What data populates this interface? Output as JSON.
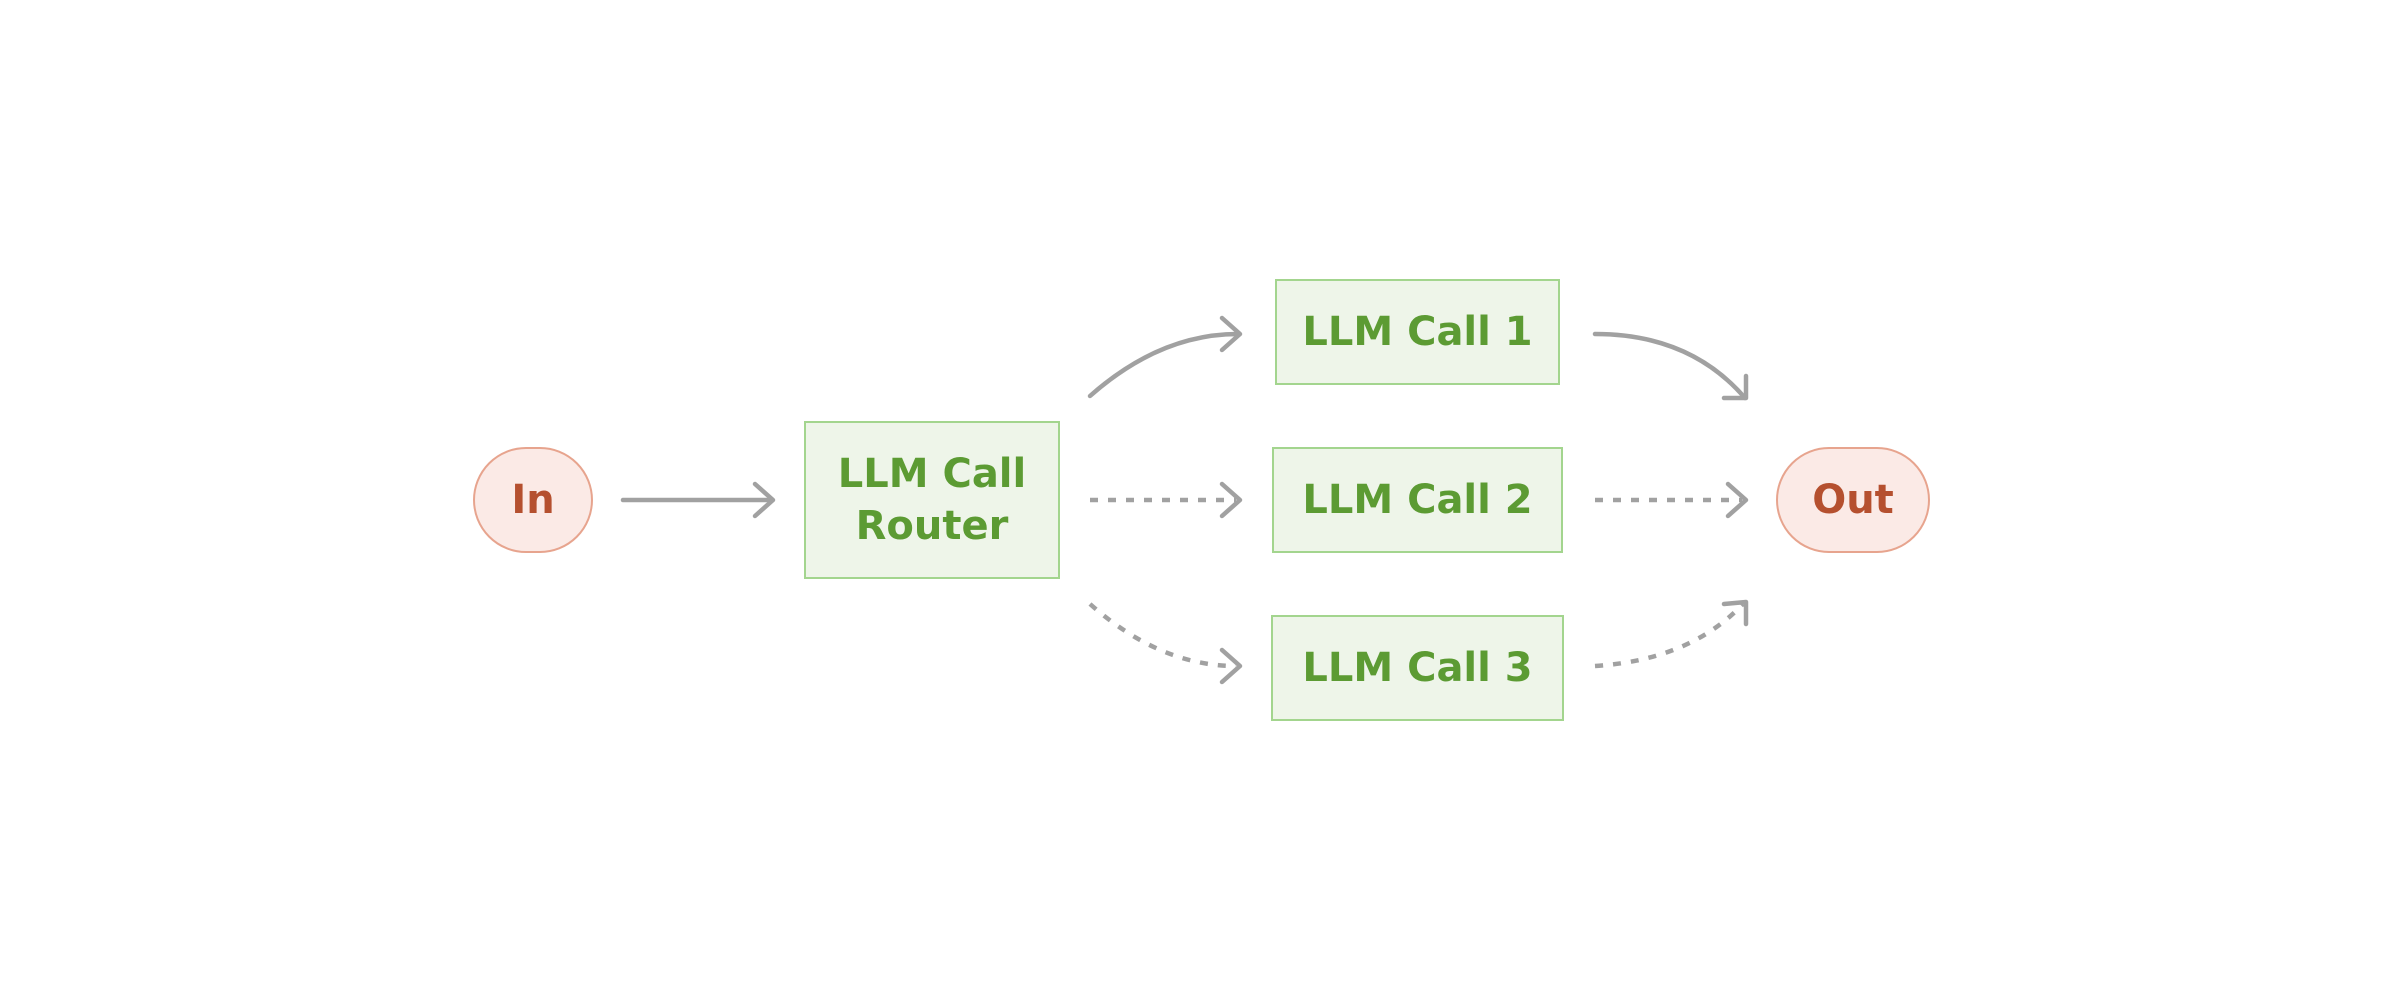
{
  "diagram": {
    "colors": {
      "terminal_fill": "#fbeae6",
      "terminal_stroke": "#e7a48e",
      "terminal_text": "#b5502f",
      "llm_fill": "#eef5e9",
      "llm_stroke": "#a3d58e",
      "llm_text": "#5c9b33",
      "arrow": "#a1a1a1",
      "background": "#ffffff"
    },
    "nodes": {
      "input": {
        "label": "In"
      },
      "router": {
        "label_line1": "LLM Call",
        "label_line2": "Router"
      },
      "call1": {
        "label": "LLM Call 1"
      },
      "call2": {
        "label": "LLM Call 2"
      },
      "call3": {
        "label": "LLM Call 3"
      },
      "output": {
        "label": "Out"
      }
    },
    "edges": [
      {
        "from": "input",
        "to": "router",
        "style": "solid"
      },
      {
        "from": "router",
        "to": "call1",
        "style": "solid"
      },
      {
        "from": "router",
        "to": "call2",
        "style": "dashed"
      },
      {
        "from": "router",
        "to": "call3",
        "style": "dashed"
      },
      {
        "from": "call1",
        "to": "output",
        "style": "solid"
      },
      {
        "from": "call2",
        "to": "output",
        "style": "dashed"
      },
      {
        "from": "call3",
        "to": "output",
        "style": "dashed"
      }
    ]
  }
}
